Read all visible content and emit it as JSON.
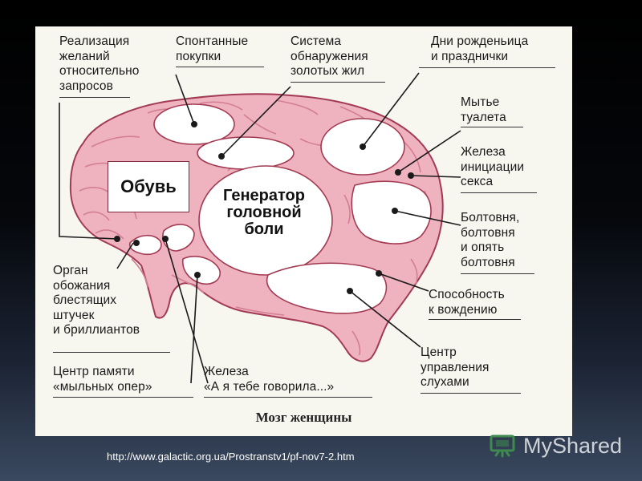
{
  "labels": {
    "desires": "Реализация\nжеланий\nотносительно\nзапросов",
    "spontaneous": "Спонтанные\nпокупки",
    "gold": "Система\nобнаружения\nзолотых жил",
    "birthdays": "Дни рожденьица\nи празднички",
    "toilet": "Мытье\nтуалета",
    "sex": "Железа\nинициации\nсекса",
    "chatter": "Болтовня,\nболтовня\nи опять\nболтовня",
    "driving": "Способность\nк вождению",
    "rumors": "Центр\nуправления\nслухами",
    "adoration": "Орган\nобожания\nблестящих\nштучек\nи бриллиантов",
    "memory": "Центр памяти\n«мыльных опер»",
    "toldyou": "Железа\n«А я тебе говорила...»"
  },
  "shoes": "Обувь",
  "generator": "Генератор\nголовной\nболи",
  "caption": "Мозг женщины",
  "source_url": "http://www.galactic.org.ua/Prostranstv1/pf-nov7-2.htm",
  "logo_text": "MyShared",
  "colors": {
    "brain_fill": "#efb2bf",
    "brain_stroke": "#a23a52",
    "gyri": "#d27f92",
    "region_fill": "#ffffff",
    "leader": "#1a1a1a",
    "card_bg": "#f7f6ef",
    "logo_green": "#3e8a4f"
  },
  "icons": {
    "logo": "presentation-board-icon"
  }
}
